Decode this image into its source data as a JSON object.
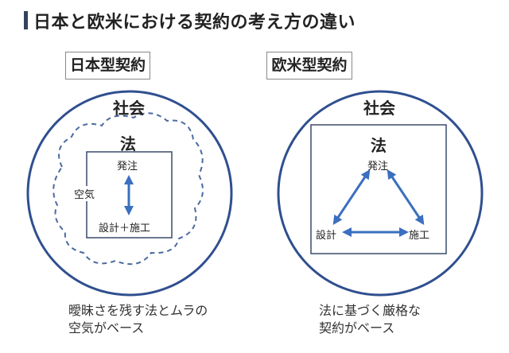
{
  "title": "日本と欧米における契約の考え方の違い",
  "left": {
    "label": "日本型契約",
    "society": "社会",
    "law": "法",
    "order": "発注",
    "air": "空気",
    "design_build": "設計＋施工",
    "caption_line1": "曖昧さを残す法とムラの",
    "caption_line2": "空気がベース"
  },
  "right": {
    "label": "欧米型契約",
    "society": "社会",
    "law": "法",
    "order": "発注",
    "design": "設計",
    "build": "施工",
    "caption_line1": "法に基づく厳格な",
    "caption_line2": "契約がベース"
  },
  "colors": {
    "circle": "#2f4f8f",
    "arrow": "#3b6fbf",
    "box": "#3a4a6a",
    "cloud": "#4a6aa0"
  }
}
